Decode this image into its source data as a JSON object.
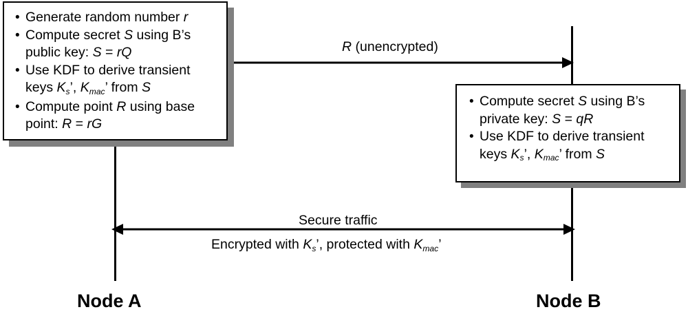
{
  "diagram": {
    "title": "ECDH key agreement message sequence between Node A and Node B",
    "colors": {
      "line": "#000000",
      "shadow": "#808080",
      "background": "#ffffff"
    },
    "nodes": {
      "left": {
        "label": "Node A",
        "lifeline_name": "lifeline-node-a"
      },
      "right": {
        "label": "Node B",
        "lifeline_name": "lifeline-node-b"
      }
    },
    "note_a": {
      "bullets": [
        {
          "parts": [
            {
              "t": "Generate random number ",
              "style": "normal"
            },
            {
              "t": "r",
              "style": "italic"
            }
          ]
        },
        {
          "parts": [
            {
              "t": "Compute secret ",
              "style": "normal"
            },
            {
              "t": "S",
              "style": "italic"
            },
            {
              "t": " using B’s",
              "style": "normal"
            }
          ]
        },
        {
          "parts": [
            {
              "t": "public key: ",
              "style": "normal"
            },
            {
              "t": "S",
              "style": "italic"
            },
            {
              "t": " = ",
              "style": "normal"
            },
            {
              "t": "rQ",
              "style": "italic"
            }
          ],
          "continuation": true
        },
        {
          "parts": [
            {
              "t": "Use KDF to derive transient",
              "style": "normal"
            }
          ]
        },
        {
          "parts": [
            {
              "t": "keys ",
              "style": "normal"
            },
            {
              "t": "K",
              "style": "italic"
            },
            {
              "t": "s",
              "style": "subscript"
            },
            {
              "t": "’, ",
              "style": "normal"
            },
            {
              "t": "K",
              "style": "italic"
            },
            {
              "t": "mac",
              "style": "subscript"
            },
            {
              "t": "’ from ",
              "style": "normal"
            },
            {
              "t": "S",
              "style": "italic"
            }
          ],
          "continuation": true
        },
        {
          "parts": [
            {
              "t": "Compute point ",
              "style": "normal"
            },
            {
              "t": "R",
              "style": "italic"
            },
            {
              "t": " using base",
              "style": "normal"
            }
          ]
        },
        {
          "parts": [
            {
              "t": "point: ",
              "style": "normal"
            },
            {
              "t": "R",
              "style": "italic"
            },
            {
              "t": " = ",
              "style": "normal"
            },
            {
              "t": "rG",
              "style": "italic"
            }
          ],
          "continuation": true
        }
      ],
      "plain_text": "• Generate random number r • Compute secret S using B’s public key: S = rQ • Use KDF to derive transient keys Ks’, Kmac’ from S • Compute point R using base point: R = rG"
    },
    "note_b": {
      "bullets": [
        {
          "parts": [
            {
              "t": "Compute secret ",
              "style": "normal"
            },
            {
              "t": "S",
              "style": "italic"
            },
            {
              "t": " using B’s",
              "style": "normal"
            }
          ]
        },
        {
          "parts": [
            {
              "t": "private key: ",
              "style": "normal"
            },
            {
              "t": "S",
              "style": "italic"
            },
            {
              "t": " = ",
              "style": "normal"
            },
            {
              "t": "qR",
              "style": "italic"
            }
          ],
          "continuation": true
        },
        {
          "parts": [
            {
              "t": "Use KDF to derive transient",
              "style": "normal"
            }
          ]
        },
        {
          "parts": [
            {
              "t": "keys ",
              "style": "normal"
            },
            {
              "t": "K",
              "style": "italic"
            },
            {
              "t": "s",
              "style": "subscript"
            },
            {
              "t": "’, ",
              "style": "normal"
            },
            {
              "t": "K",
              "style": "italic"
            },
            {
              "t": "mac",
              "style": "subscript"
            },
            {
              "t": "’ from ",
              "style": "normal"
            },
            {
              "t": "S",
              "style": "italic"
            }
          ],
          "continuation": true
        }
      ],
      "plain_text": "• Compute secret S using B’s private key: S = qR • Use KDF to derive transient keys Ks’, Kmac’ from S"
    },
    "messages": [
      {
        "name": "message-r-unencrypted",
        "direction": "left-to-right",
        "label_parts": [
          {
            "t": "R",
            "style": "italic"
          },
          {
            "t": " (unencrypted)",
            "style": "normal"
          }
        ],
        "plain_text": "R (unencrypted)"
      },
      {
        "name": "message-secure-traffic",
        "direction": "bidirectional",
        "label_above": "Secure traffic",
        "label_below_parts": [
          {
            "t": "Encrypted with ",
            "style": "normal"
          },
          {
            "t": "K",
            "style": "italic"
          },
          {
            "t": "s",
            "style": "subscript"
          },
          {
            "t": "’, protected with ",
            "style": "normal"
          },
          {
            "t": "K",
            "style": "italic"
          },
          {
            "t": "mac",
            "style": "subscript"
          },
          {
            "t": "’",
            "style": "normal"
          }
        ],
        "plain_text_below": "Encrypted with Ks’, protected with Kmac’"
      }
    ]
  }
}
